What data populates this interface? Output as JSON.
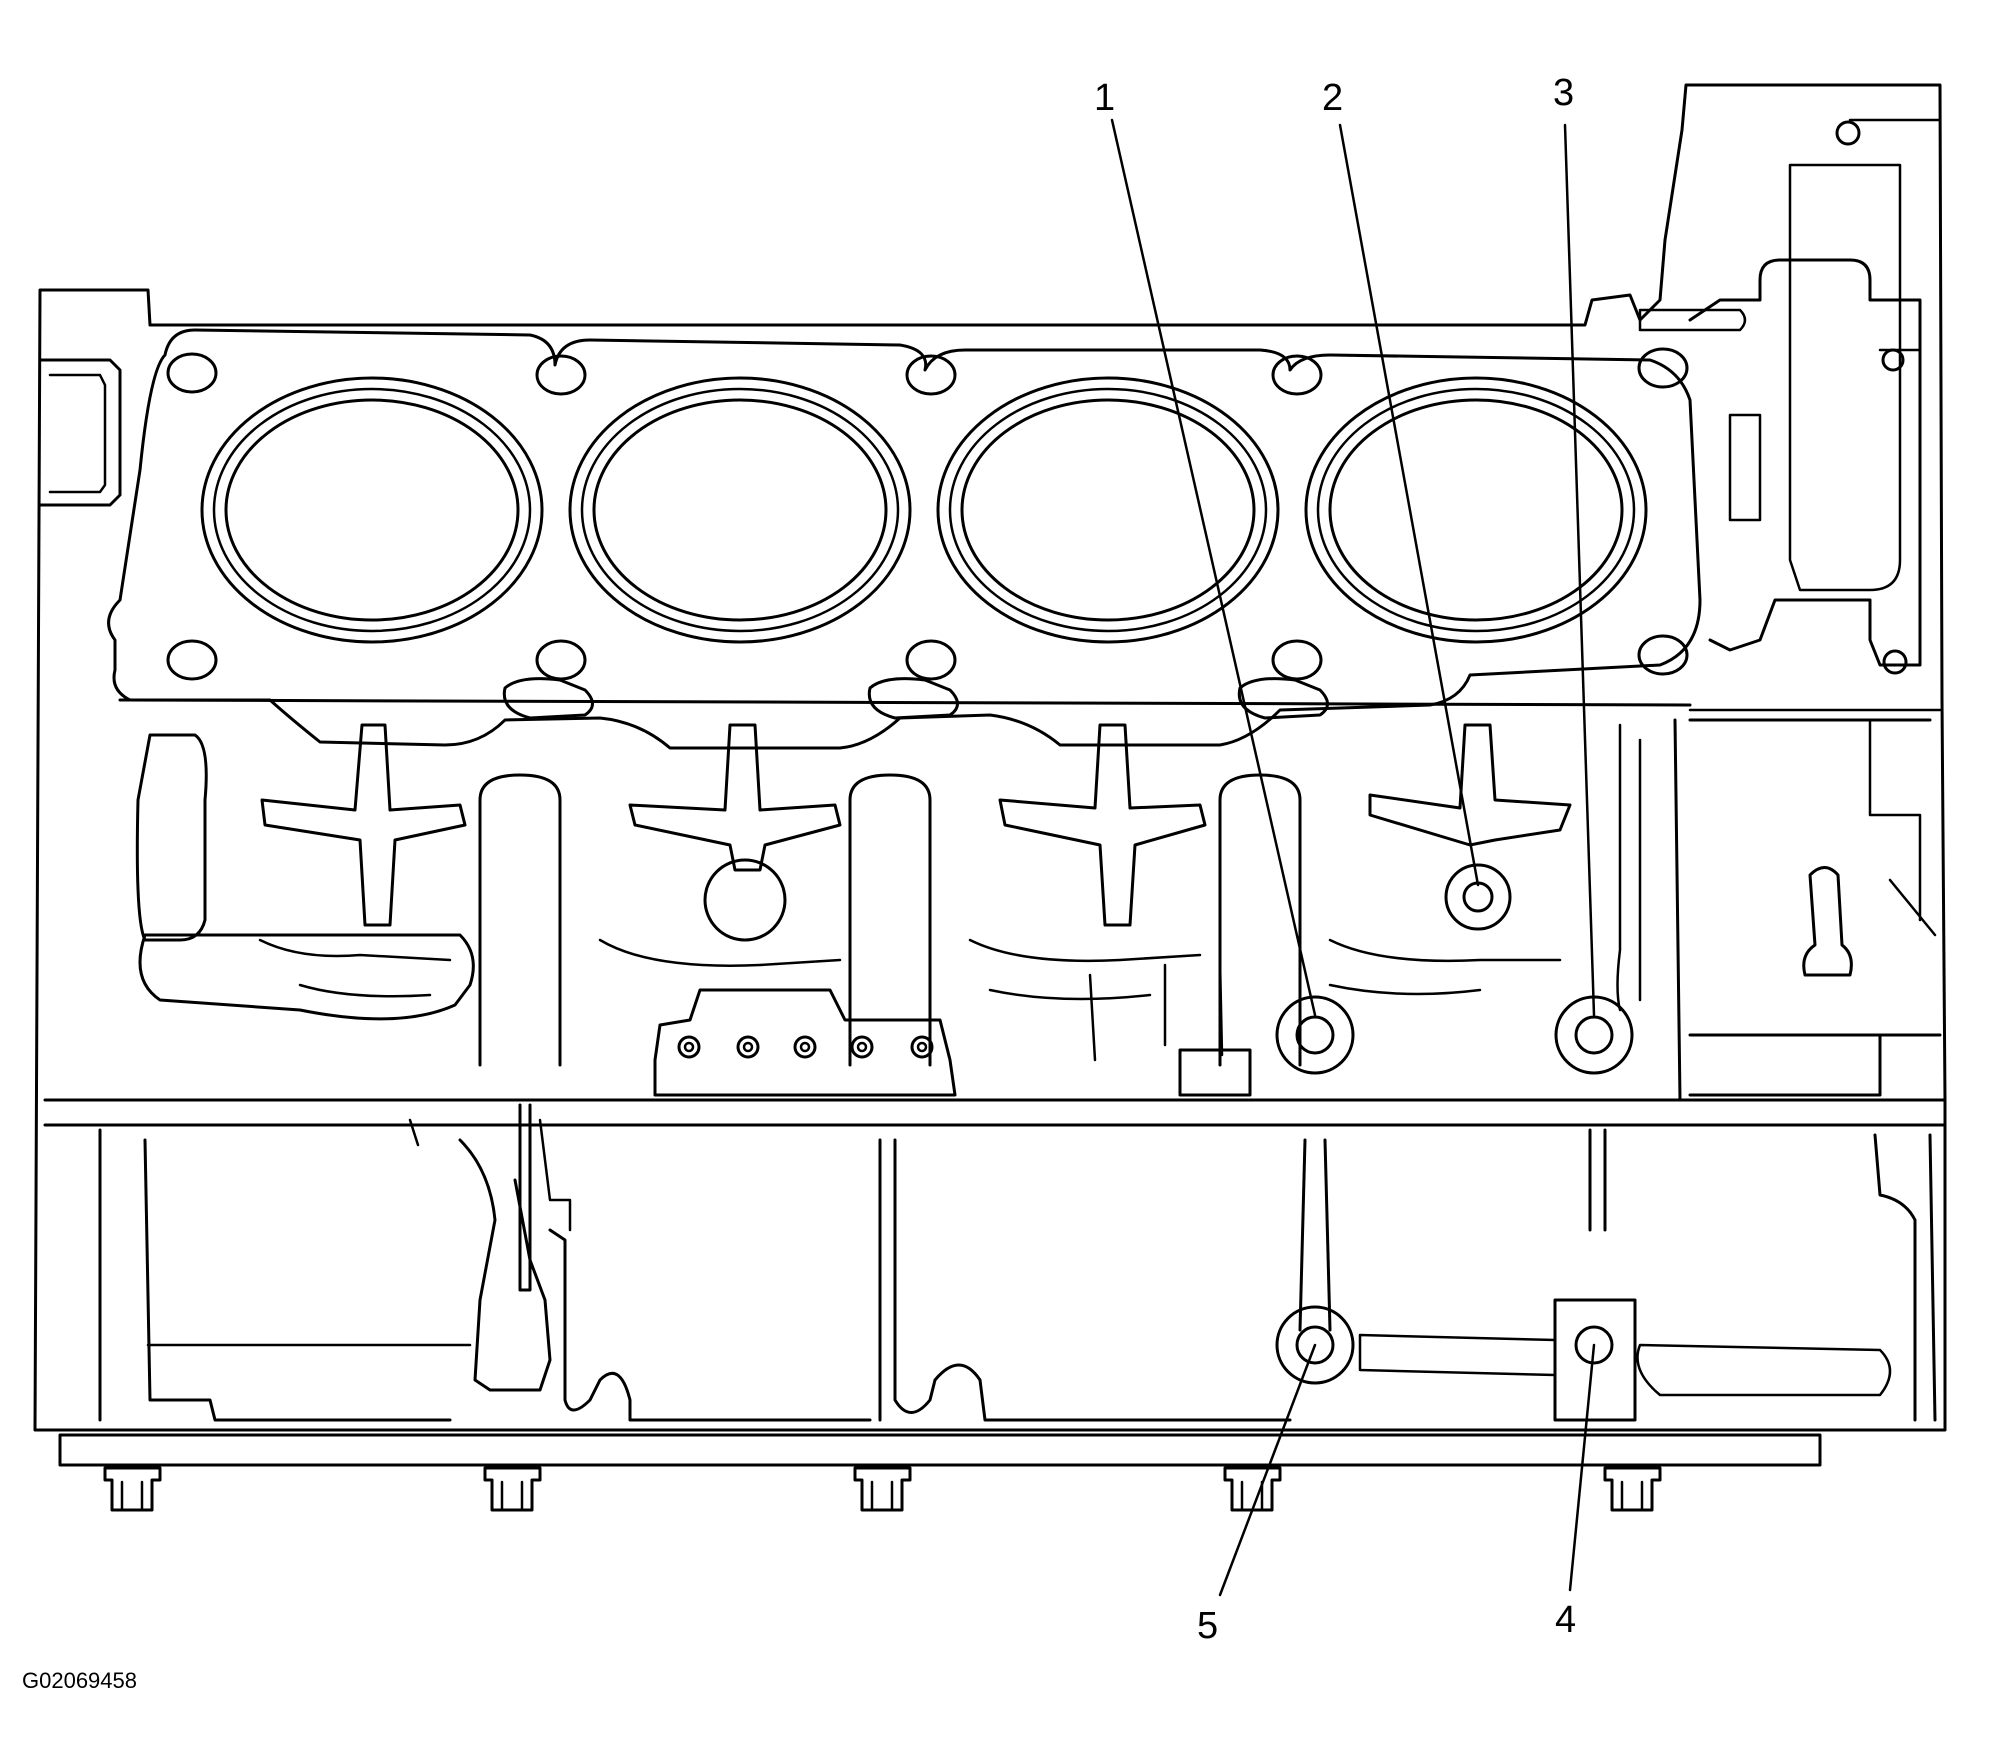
{
  "figure": {
    "code": "G02069458"
  },
  "callouts": [
    {
      "id": "1",
      "label": "1"
    },
    {
      "id": "2",
      "label": "2"
    },
    {
      "id": "3",
      "label": "3"
    },
    {
      "id": "4",
      "label": "4"
    },
    {
      "id": "5",
      "label": "5"
    }
  ],
  "colors": {
    "line": "#000000",
    "background": "#ffffff"
  }
}
